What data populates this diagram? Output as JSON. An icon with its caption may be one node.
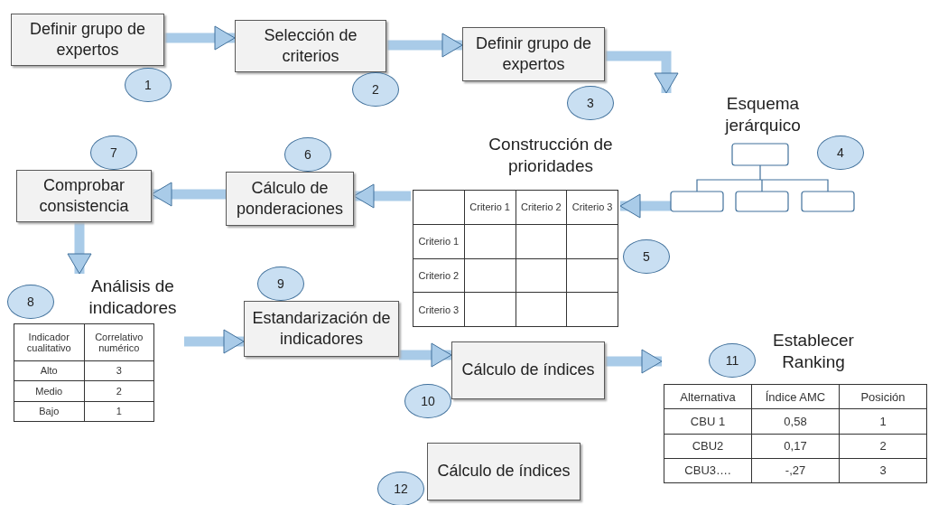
{
  "diagram": {
    "nodes": [
      {
        "text": [
          "Definir grupo de expertos"
        ]
      },
      {
        "text": [
          "1"
        ]
      },
      {
        "text": [
          "Selección de criterios"
        ]
      },
      {
        "text": [
          "2"
        ]
      },
      {
        "text": [
          "Definir grupo de expertos"
        ]
      },
      {
        "text": [
          "3"
        ]
      },
      {
        "text": [
          "Esquema jerárquico"
        ]
      },
      {
        "text": [
          "4"
        ]
      },
      {
        "text": [
          "Construcción de prioridades",
          "Criterio 1",
          "Criterio 2",
          "Criterio 3",
          "Criterio 1",
          "Criterio 2",
          "Criterio 3"
        ]
      },
      {
        "text": [
          "5"
        ]
      },
      {
        "text": [
          "Cálculo de ponderaciones"
        ]
      },
      {
        "text": [
          "6"
        ]
      },
      {
        "text": [
          "Comprobar consistencia"
        ]
      },
      {
        "text": [
          "7"
        ]
      },
      {
        "text": [
          "Análisis de indicadores",
          "Indicador cualitativo",
          "Correlativo numérico",
          "Alto",
          "3",
          "Medio",
          "2",
          "Bajo",
          "1"
        ]
      },
      {
        "text": [
          "8"
        ]
      },
      {
        "text": [
          "Estandarización de indicadores"
        ]
      },
      {
        "text": [
          "9"
        ]
      },
      {
        "text": [
          "Cálculo de índices"
        ]
      },
      {
        "text": [
          "10"
        ]
      },
      {
        "text": [
          "Establecer Ranking",
          "Alternativa",
          "Índice AMC",
          "Posición",
          "CBU 1",
          "0,58",
          "1",
          "CBU2",
          "0,17",
          "2",
          "CBU3….",
          "-,27",
          "3"
        ]
      },
      {
        "text": [
          "11"
        ]
      },
      {
        "text": [
          "Cálculo de índices"
        ]
      },
      {
        "text": [
          "12"
        ]
      }
    ],
    "edges": [
      {
        "from": 0,
        "to": 2,
        "arrow": "to"
      },
      {
        "from": 2,
        "to": 4,
        "arrow": "to"
      },
      {
        "from": 4,
        "to": 6,
        "arrow": "to"
      },
      {
        "from": 6,
        "to": 8,
        "arrow": "to"
      },
      {
        "from": 8,
        "to": 10,
        "arrow": "to"
      },
      {
        "from": 10,
        "to": 12,
        "arrow": "to"
      },
      {
        "from": 12,
        "to": 14,
        "arrow": "to"
      },
      {
        "from": 14,
        "to": 16,
        "arrow": "to"
      },
      {
        "from": 16,
        "to": 18,
        "arrow": "to"
      },
      {
        "from": 18,
        "to": 20,
        "arrow": "to"
      }
    ]
  }
}
